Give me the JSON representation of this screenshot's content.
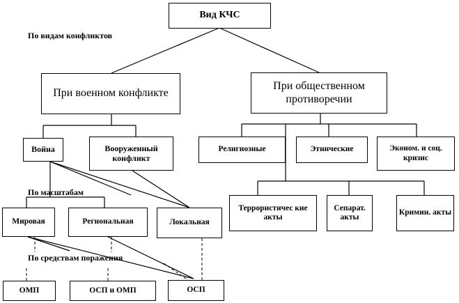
{
  "diagram": {
    "root": "Вид КЧС",
    "group_labels": {
      "by_conflict_type": "По видам конфликтов",
      "by_scale": "По масштабам",
      "by_means": "По средствам поражения"
    },
    "military": {
      "title": "При военном конфликте",
      "war": "Война",
      "armed": "Вооруженный конфликт",
      "scales": [
        "Мировая",
        "Региональная",
        "Локальная"
      ],
      "means": [
        "ОМП",
        "ОСП и ОМП",
        "ОСП"
      ]
    },
    "social": {
      "title": "При общественном противоречии",
      "row1": [
        "Религиозные",
        "Этнические",
        "Эконом. и соц. кризис"
      ],
      "row2": [
        "Террористичес кие акты",
        "Сепарат. акты",
        "Кримин. акты"
      ]
    }
  }
}
